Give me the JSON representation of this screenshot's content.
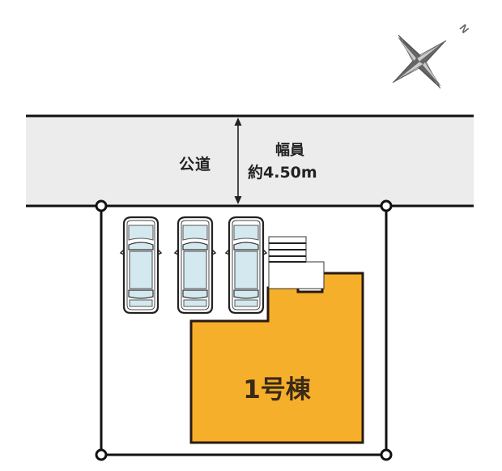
{
  "road": {
    "name": "公道",
    "width_title": "幅員",
    "width_value": "約4.50m"
  },
  "building": {
    "label": "1号棟"
  },
  "parking": {
    "car_count": 3
  },
  "compass": {
    "north_label": "N"
  },
  "colors": {
    "road_fill": "#ececec",
    "building_fill": "#f5af2a",
    "car_glass": "#d3e9ef",
    "line": "#111111"
  }
}
